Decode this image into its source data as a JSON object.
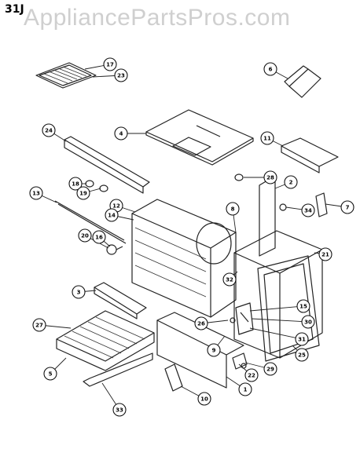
{
  "header": {
    "page_code": "31J",
    "watermark": "AppliancePartsPros.com"
  },
  "callouts": [
    {
      "num": "1"
    },
    {
      "num": "2"
    },
    {
      "num": "3"
    },
    {
      "num": "4"
    },
    {
      "num": "5"
    },
    {
      "num": "6"
    },
    {
      "num": "7"
    },
    {
      "num": "8"
    },
    {
      "num": "9"
    },
    {
      "num": "10"
    },
    {
      "num": "11"
    },
    {
      "num": "12"
    },
    {
      "num": "13"
    },
    {
      "num": "14"
    },
    {
      "num": "15"
    },
    {
      "num": "16"
    },
    {
      "num": "17"
    },
    {
      "num": "18"
    },
    {
      "num": "19"
    },
    {
      "num": "20"
    },
    {
      "num": "21"
    },
    {
      "num": "22"
    },
    {
      "num": "23"
    },
    {
      "num": "24"
    },
    {
      "num": "25"
    },
    {
      "num": "26"
    },
    {
      "num": "27"
    },
    {
      "num": "28"
    },
    {
      "num": "29"
    },
    {
      "num": "30"
    },
    {
      "num": "31"
    },
    {
      "num": "32"
    },
    {
      "num": "33"
    },
    {
      "num": "34"
    }
  ]
}
